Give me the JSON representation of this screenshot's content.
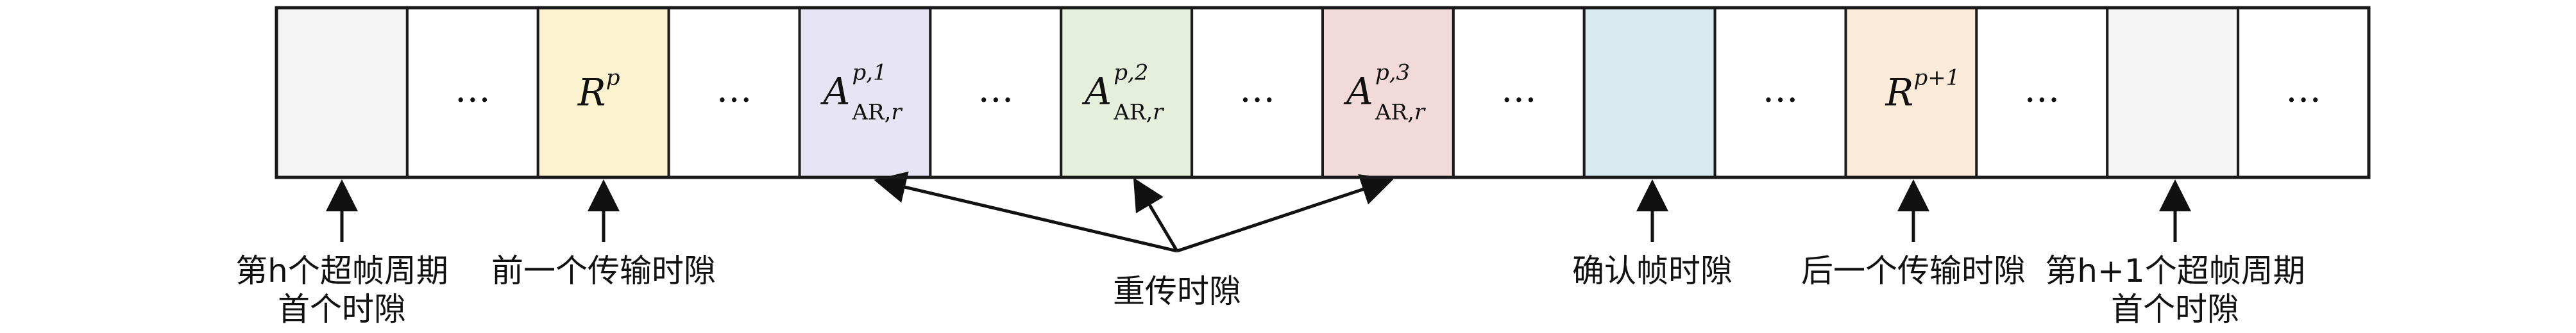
{
  "slots": [
    {
      "kind": "empty",
      "color": "#f5f5f5"
    },
    {
      "kind": "ellipsis",
      "text": "…",
      "color": "#ffffff"
    },
    {
      "kind": "R",
      "base": "R",
      "sup": "p",
      "color": "#fbf2cf"
    },
    {
      "kind": "ellipsis",
      "text": "…",
      "color": "#ffffff"
    },
    {
      "kind": "A",
      "base": "A",
      "sup": "p,1",
      "sub": "AR,",
      "subvar": "r",
      "color": "#e7e5f3"
    },
    {
      "kind": "ellipsis",
      "text": "…",
      "color": "#ffffff"
    },
    {
      "kind": "A",
      "base": "A",
      "sup": "p,2",
      "sub": "AR,",
      "subvar": "r",
      "color": "#e6eedc"
    },
    {
      "kind": "ellipsis",
      "text": "…",
      "color": "#ffffff"
    },
    {
      "kind": "A",
      "base": "A",
      "sup": "p,3",
      "sub": "AR,",
      "subvar": "r",
      "color": "#f2d9da"
    },
    {
      "kind": "ellipsis",
      "text": "…",
      "color": "#ffffff"
    },
    {
      "kind": "empty",
      "color": "#d9eaf1"
    },
    {
      "kind": "ellipsis",
      "text": "…",
      "color": "#ffffff"
    },
    {
      "kind": "R",
      "base": "R",
      "sup": "p+1",
      "color": "#fcebd9"
    },
    {
      "kind": "ellipsis",
      "text": "…",
      "color": "#ffffff"
    },
    {
      "kind": "empty",
      "color": "#f5f5f5"
    },
    {
      "kind": "ellipsis",
      "text": "…",
      "color": "#ffffff"
    }
  ],
  "labels": {
    "first_slot_h": {
      "line1": "第h个超帧周期",
      "line2": "首个时隙",
      "target_slot": 0
    },
    "prev_tx": {
      "line1": "前一个传输时隙",
      "target_slot": 2
    },
    "retx": {
      "line1": "重传时隙",
      "target_slots": [
        4,
        6,
        8
      ]
    },
    "ack": {
      "line1": "确认帧时隙",
      "target_slot": 10
    },
    "next_tx": {
      "line1": "后一个传输时隙",
      "target_slot": 12
    },
    "first_slot_h1": {
      "line1": "第h+1个超帧周期",
      "line2": "首个时隙",
      "target_slot": 14
    }
  }
}
